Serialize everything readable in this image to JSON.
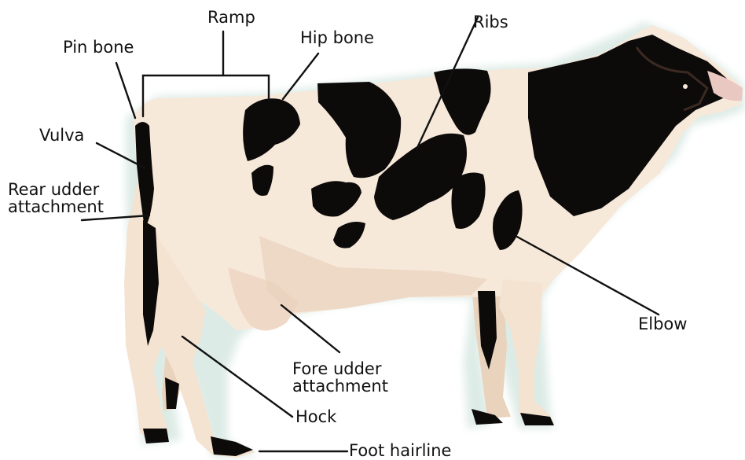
{
  "colors": {
    "background": "#ffffff",
    "cow_white": "#f7e9da",
    "cow_shade": "#e8d2bc",
    "cow_black": "#0d0a0a",
    "halo": "#d8e8e2",
    "leader_line": "#111111",
    "label_text": "#111111"
  },
  "labels": {
    "pin_bone": "Pin bone",
    "ramp": "Ramp",
    "hip_bone": "Hip bone",
    "ribs": "Ribs",
    "vulva": "Vulva",
    "rear_udder_line1": "Rear udder",
    "rear_udder_line2": "attachment",
    "elbow": "Elbow",
    "fore_udder_line1": "Fore udder",
    "fore_udder_line2": "attachment",
    "hock": "Hock",
    "foot_hairline": "Foot hairline"
  }
}
